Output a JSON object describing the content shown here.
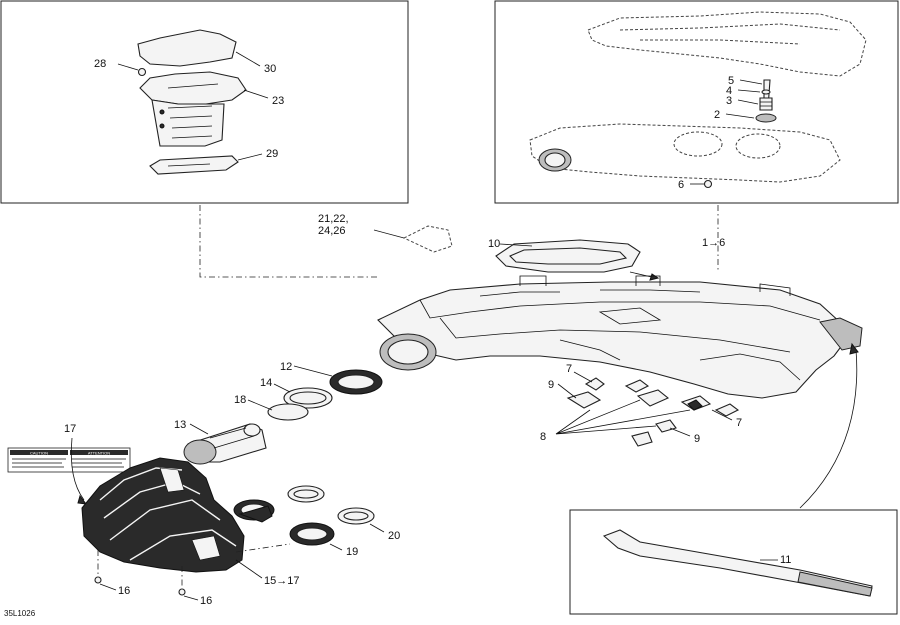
{
  "drawing_code": "35L1026",
  "labels": {
    "p1_6": "1→6",
    "p2": "2",
    "p3": "3",
    "p4": "4",
    "p5": "5",
    "p6": "6",
    "p7a": "7",
    "p7b": "7",
    "p8": "8",
    "p9a": "9",
    "p9b": "9",
    "p10": "10",
    "p11": "11",
    "p12": "12",
    "p13": "13",
    "p14": "14",
    "p15_17": "15→17",
    "p16a": "16",
    "p16b": "16",
    "p17": "17",
    "p18": "18",
    "p19": "19",
    "p20": "20",
    "p21_line1": "21,22,",
    "p21_line2": "24,26",
    "p23": "23",
    "p28": "28",
    "p29": "29",
    "p30": "30"
  },
  "caution_label": {
    "left_heading": "CAUTION",
    "right_heading": "ATTENTION"
  }
}
